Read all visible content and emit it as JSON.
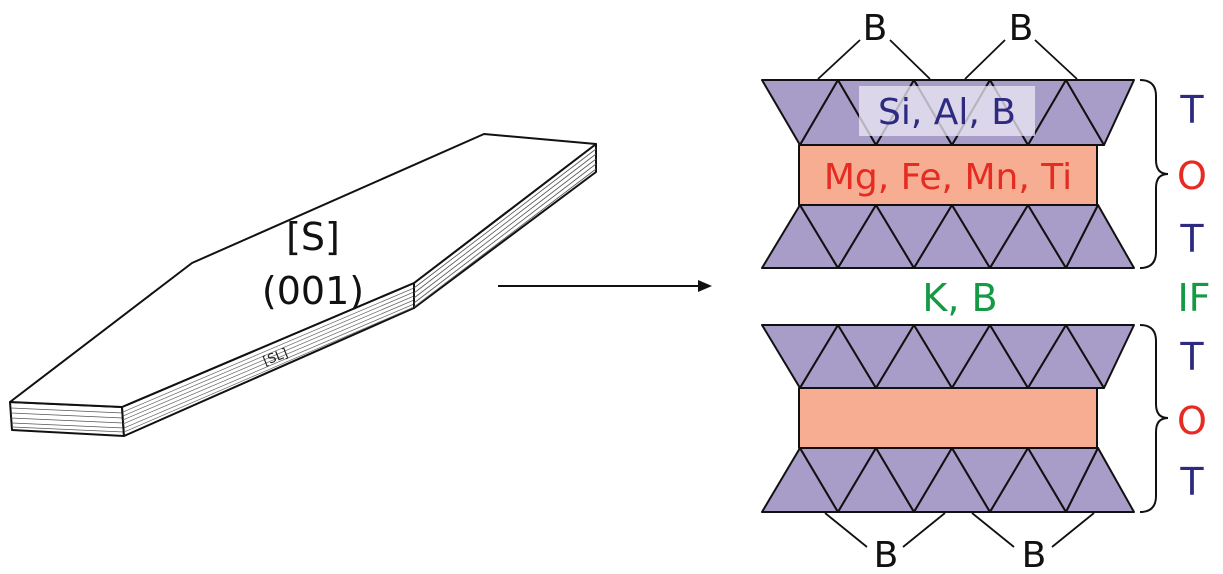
{
  "crystal": {
    "face_label": "[S]",
    "face_index": "(001)",
    "side_label": "[SL]"
  },
  "top_unit": {
    "tetra_cations": "Si, Al, B",
    "octa_cations": "Mg, Fe, Mn, Ti",
    "boron_top_left": "B",
    "boron_top_right": "B"
  },
  "interlayer": {
    "cations": "K, B"
  },
  "bottom_unit": {
    "boron_bottom_left": "B",
    "boron_bottom_right": "B"
  },
  "layer_labels": {
    "t1": "T",
    "o1": "O",
    "t2": "T",
    "interlayer": "IF",
    "t3": "T",
    "o2": "O",
    "t4": "T"
  },
  "colors": {
    "tetrahedra": "#a89cc8",
    "octahedra": "#f6ad91",
    "tetra_text": "#2d2a80",
    "octa_text": "#e52b22",
    "interlayer_text": "#139a43",
    "tetra_label_box": "#ece9f4"
  }
}
